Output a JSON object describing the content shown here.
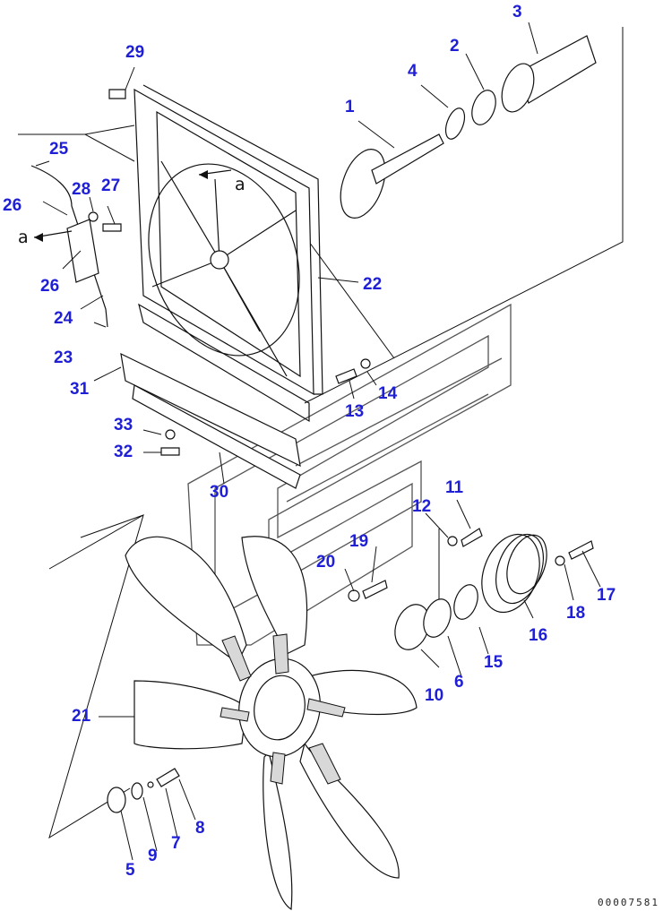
{
  "diagram": {
    "callouts": [
      {
        "id": "p1",
        "text": "1"
      },
      {
        "id": "p2",
        "text": "2"
      },
      {
        "id": "p3",
        "text": "3"
      },
      {
        "id": "p4",
        "text": "4"
      },
      {
        "id": "p5",
        "text": "5"
      },
      {
        "id": "p6",
        "text": "6"
      },
      {
        "id": "p7",
        "text": "7"
      },
      {
        "id": "p8",
        "text": "8"
      },
      {
        "id": "p9",
        "text": "9"
      },
      {
        "id": "p10",
        "text": "10"
      },
      {
        "id": "p11",
        "text": "11"
      },
      {
        "id": "p12",
        "text": "12"
      },
      {
        "id": "p13",
        "text": "13"
      },
      {
        "id": "p14",
        "text": "14"
      },
      {
        "id": "p15",
        "text": "15"
      },
      {
        "id": "p16",
        "text": "16"
      },
      {
        "id": "p17",
        "text": "17"
      },
      {
        "id": "p18",
        "text": "18"
      },
      {
        "id": "p19",
        "text": "19"
      },
      {
        "id": "p20",
        "text": "20"
      },
      {
        "id": "p21",
        "text": "21"
      },
      {
        "id": "p22",
        "text": "22"
      },
      {
        "id": "p23",
        "text": "23"
      },
      {
        "id": "p24",
        "text": "24"
      },
      {
        "id": "p25",
        "text": "25"
      },
      {
        "id": "p26a",
        "text": "26"
      },
      {
        "id": "p26b",
        "text": "26"
      },
      {
        "id": "p27",
        "text": "27"
      },
      {
        "id": "p28",
        "text": "28"
      },
      {
        "id": "p29",
        "text": "29"
      },
      {
        "id": "p30",
        "text": "30"
      },
      {
        "id": "p31",
        "text": "31"
      },
      {
        "id": "p32",
        "text": "32"
      },
      {
        "id": "p33",
        "text": "33"
      }
    ],
    "markers": {
      "a_left": "a",
      "a_right": "a"
    },
    "document_number": "00007581",
    "colors": {
      "callout": "#1f1fd6",
      "line": "#111111",
      "watermark": "#555555"
    }
  }
}
